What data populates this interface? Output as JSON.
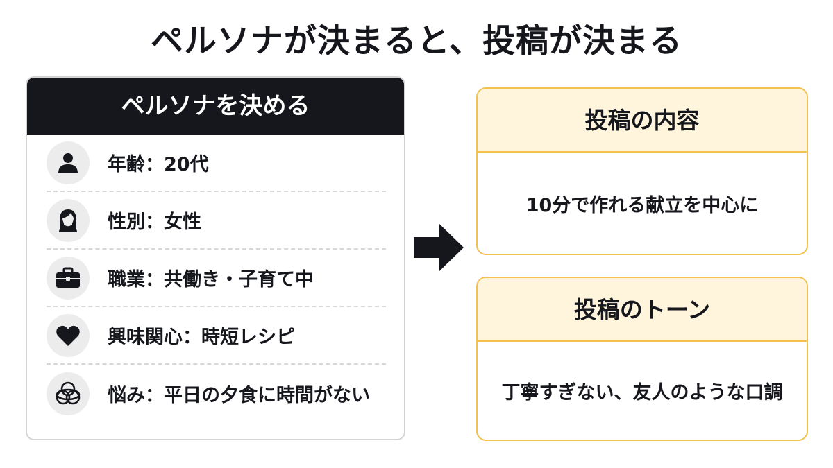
{
  "title": "ペルソナが決まると、投稿が決まる",
  "persona": {
    "header": "ペルソナを決める",
    "items": [
      {
        "icon": "person-icon",
        "text": "年齢：20代"
      },
      {
        "icon": "woman-icon",
        "text": "性別：女性"
      },
      {
        "icon": "briefcase-icon",
        "text": "職業：共働き・子育て中"
      },
      {
        "icon": "heart-icon",
        "text": "興味関心：時短レシピ"
      },
      {
        "icon": "tangled-circles-icon",
        "text": "悩み：平日の夕食に時間がない"
      }
    ]
  },
  "posts": {
    "content": {
      "header": "投稿の内容",
      "body": "10分で作れる献立を中心に"
    },
    "tone": {
      "header": "投稿のトーン",
      "body": "丁寧すぎない、友人のような口調"
    }
  },
  "colors": {
    "dark": "#16171c",
    "accent_border": "#f2c14e",
    "accent_fill": "#fef5dc",
    "icon_bg": "#ececec",
    "card_border": "#d4d4d4"
  }
}
